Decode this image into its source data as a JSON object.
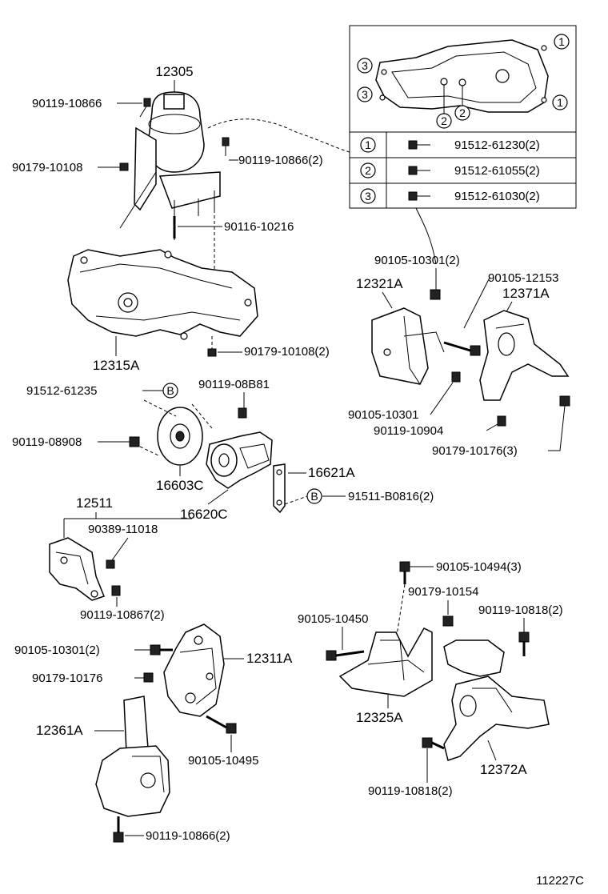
{
  "parts": {
    "p12305": "12305",
    "p90119_10866_a": "90119-10866",
    "p90179_10108": "90179-10108",
    "p90119_10866_2": "90119-10866(2)",
    "p90116_10216": "90116-10216",
    "p12315A": "12315A",
    "p90179_10108_2": "90179-10108(2)",
    "p91512_61235": "91512-61235",
    "p90119_08B81": "90119-08B81",
    "p90119_08908": "90119-08908",
    "p16603C": "16603C",
    "p16620C": "16620C",
    "p16621A": "16621A",
    "p91511_B0816_2": "91511-B0816(2)",
    "p12511": "12511",
    "p90389_11018": "90389-11018",
    "p90119_10867_2": "90119-10867(2)",
    "p90105_10301_2a": "90105-10301(2)",
    "p90179_10176": "90179-10176",
    "p12311A": "12311A",
    "p12361A": "12361A",
    "p90105_10495": "90105-10495",
    "p90119_10866_2b": "90119-10866(2)",
    "p90105_10301_2b": "90105-10301(2)",
    "p12321A": "12321A",
    "p90105_12153": "90105-12153",
    "p12371A": "12371A",
    "p90105_10301": "90105-10301",
    "p90119_10904": "90119-10904",
    "p90179_10176_3": "90179-10176(3)",
    "p90105_10494_3": "90105-10494(3)",
    "p90179_10154": "90179-10154",
    "p90105_10450": "90105-10450",
    "p90119_10818_2a": "90119-10818(2)",
    "p12325A": "12325A",
    "p12372A": "12372A",
    "p90119_10818_2b": "90119-10818(2)"
  },
  "inset": {
    "rows": [
      {
        "key": "1",
        "part": "91512-61230(2)"
      },
      {
        "key": "2",
        "part": "91512-61055(2)"
      },
      {
        "key": "3",
        "part": "91512-61030(2)"
      }
    ],
    "callouts": [
      "1",
      "1",
      "3",
      "3",
      "2",
      "2"
    ]
  },
  "markers": {
    "b1": "B",
    "b2": "B"
  },
  "figure_code": "112227C"
}
